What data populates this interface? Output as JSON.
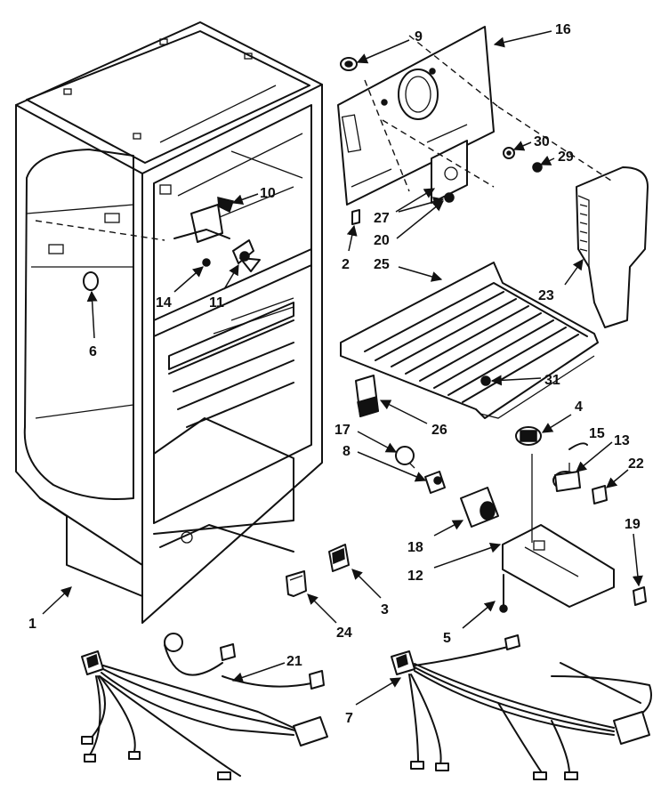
{
  "callouts": [
    "1",
    "2",
    "3",
    "4",
    "5",
    "6",
    "7",
    "8",
    "9",
    "10",
    "11",
    "12",
    "13",
    "14",
    "15",
    "16",
    "17",
    "18",
    "19",
    "20",
    "21",
    "22",
    "23",
    "24",
    "25",
    "26",
    "27",
    "29",
    "30",
    "31"
  ]
}
